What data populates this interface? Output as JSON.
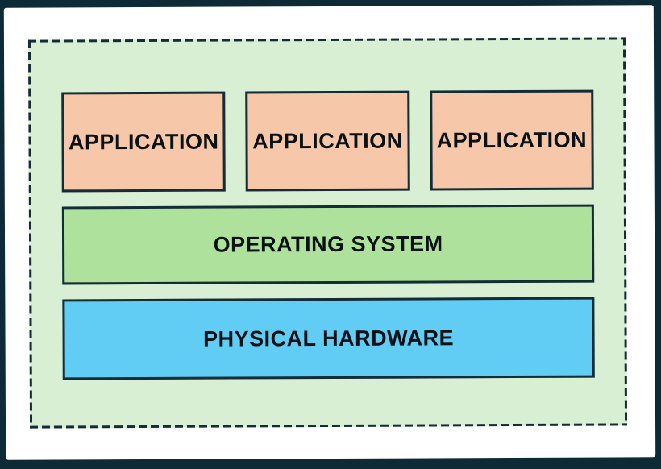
{
  "diagram": {
    "type": "layer-stack",
    "application_boxes": [
      {
        "label": "APPLICATION"
      },
      {
        "label": "APPLICATION"
      },
      {
        "label": "APPLICATION"
      }
    ],
    "os_layer": {
      "label": "OPERATING SYSTEM"
    },
    "hardware_layer": {
      "label": "PHYSICAL HARDWARE"
    },
    "colors": {
      "frame_background": "#0e2a36",
      "paper": "#ffffff",
      "panel_background": "#d9efd3",
      "stroke": "#142c36",
      "application_fill": "#f6c8a9",
      "os_fill": "#aee19c",
      "hardware_fill": "#61ccf4",
      "text": "#0c1116"
    }
  }
}
